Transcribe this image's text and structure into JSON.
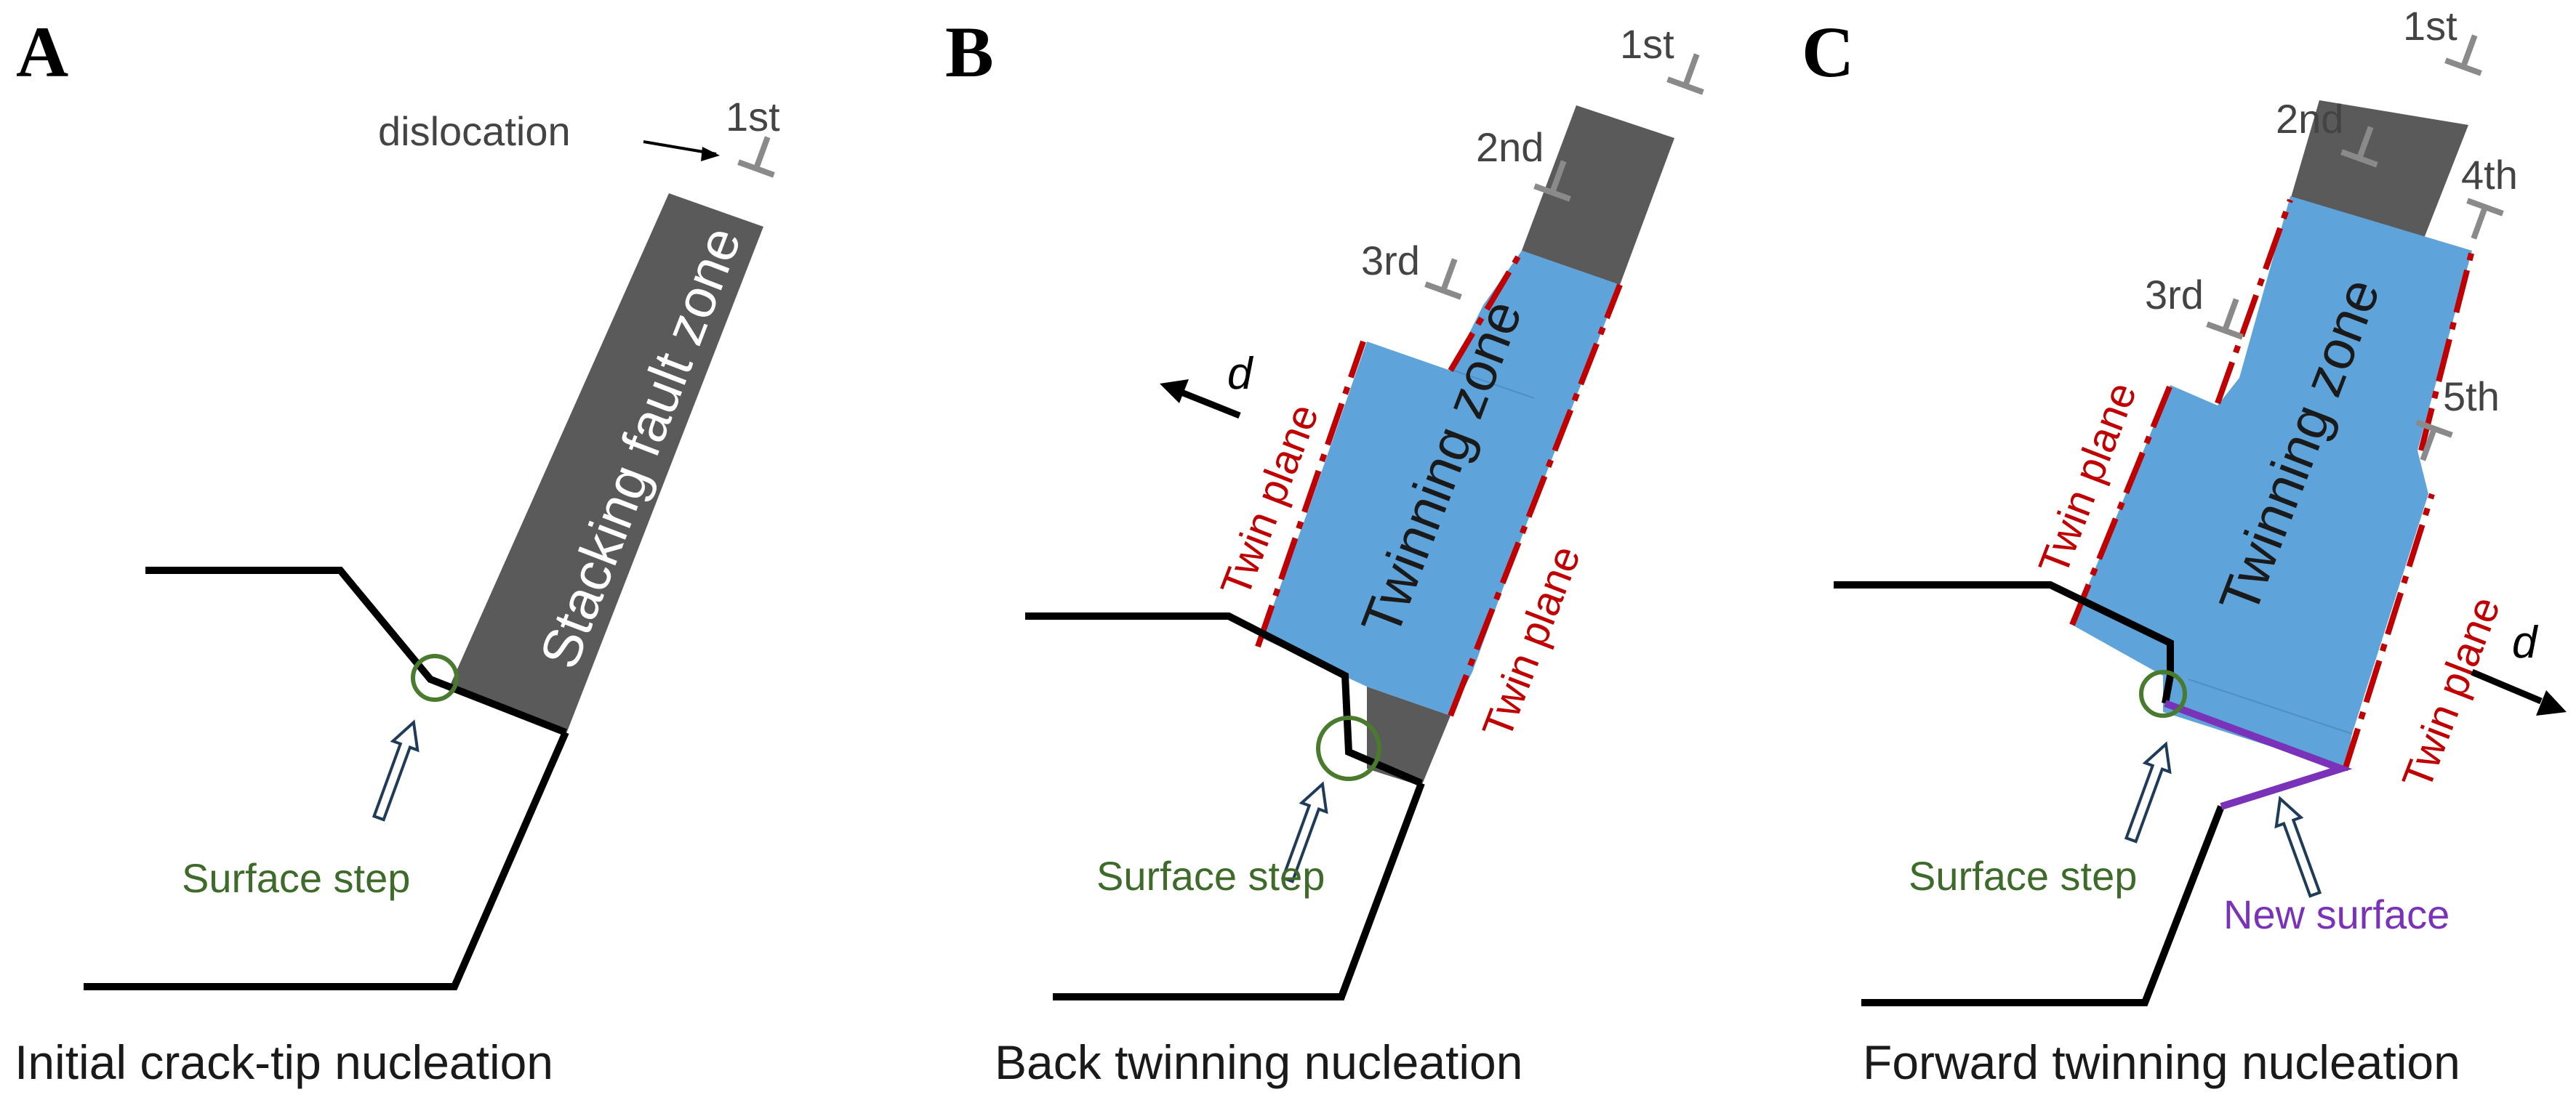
{
  "panels": [
    {
      "letter": "A",
      "caption": "Initial crack-tip nucleation",
      "dislocation_label": "dislocation",
      "dislocations": [
        "1st"
      ],
      "zone_label": "Stacking fault zone",
      "step_label": "Surface step"
    },
    {
      "letter": "B",
      "caption": "Back twinning nucleation",
      "dislocations": [
        "1st",
        "2nd",
        "3rd"
      ],
      "zone_label": "Twinning zone",
      "twin_plane_left": "Twin plane",
      "twin_plane_right": "Twin plane",
      "direction_label": "d",
      "step_label": "Surface step"
    },
    {
      "letter": "C",
      "caption": "Forward twinning nucleation",
      "dislocations": [
        "1st",
        "2nd",
        "3rd",
        "4th",
        "5th"
      ],
      "zone_label": "Twinning zone",
      "twin_plane_left": "Twin plane",
      "twin_plane_right": "Twin plane",
      "direction_label": "d",
      "step_label": "Surface step",
      "new_surface_label": "New surface"
    }
  ],
  "colors": {
    "stacking_fault": "#5a5a5a",
    "twinning_zone": "#5ea3da",
    "twin_plane": "#c00000",
    "surface_step": "#4a7a2e",
    "new_surface": "#7a32b8",
    "dislocation_symbol": "#8a8a8a"
  },
  "icons": {
    "dislocation": "perpendicular-T-symbol",
    "indicator": "hollow-arrow",
    "step_marker": "circle"
  }
}
